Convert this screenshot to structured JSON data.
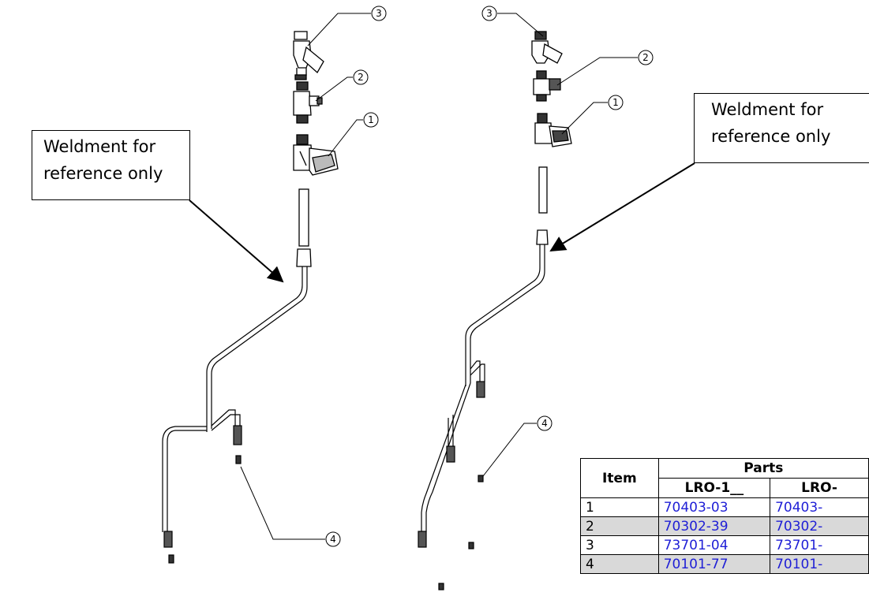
{
  "notes": {
    "left": [
      "Weldment for",
      "reference only"
    ],
    "right": [
      "Weldment for",
      "reference only"
    ]
  },
  "callouts": {
    "left_3": "3",
    "left_2": "2",
    "left_1": "1",
    "left_4": "4",
    "right_3": "3",
    "right_2": "2",
    "right_1": "1",
    "right_4": "4"
  },
  "table": {
    "item_header": "Item",
    "parts_header": "Parts",
    "col1_header": "LRO-1__",
    "col2_header": "LRO-",
    "rows": [
      {
        "item": "1",
        "p1": "70403-03",
        "p2": "70403-"
      },
      {
        "item": "2",
        "p1": "70302-39",
        "p2": "70302-"
      },
      {
        "item": "3",
        "p1": "73701-04",
        "p2": "73701-"
      },
      {
        "item": "4",
        "p1": "70101-77",
        "p2": "70101-"
      }
    ]
  }
}
